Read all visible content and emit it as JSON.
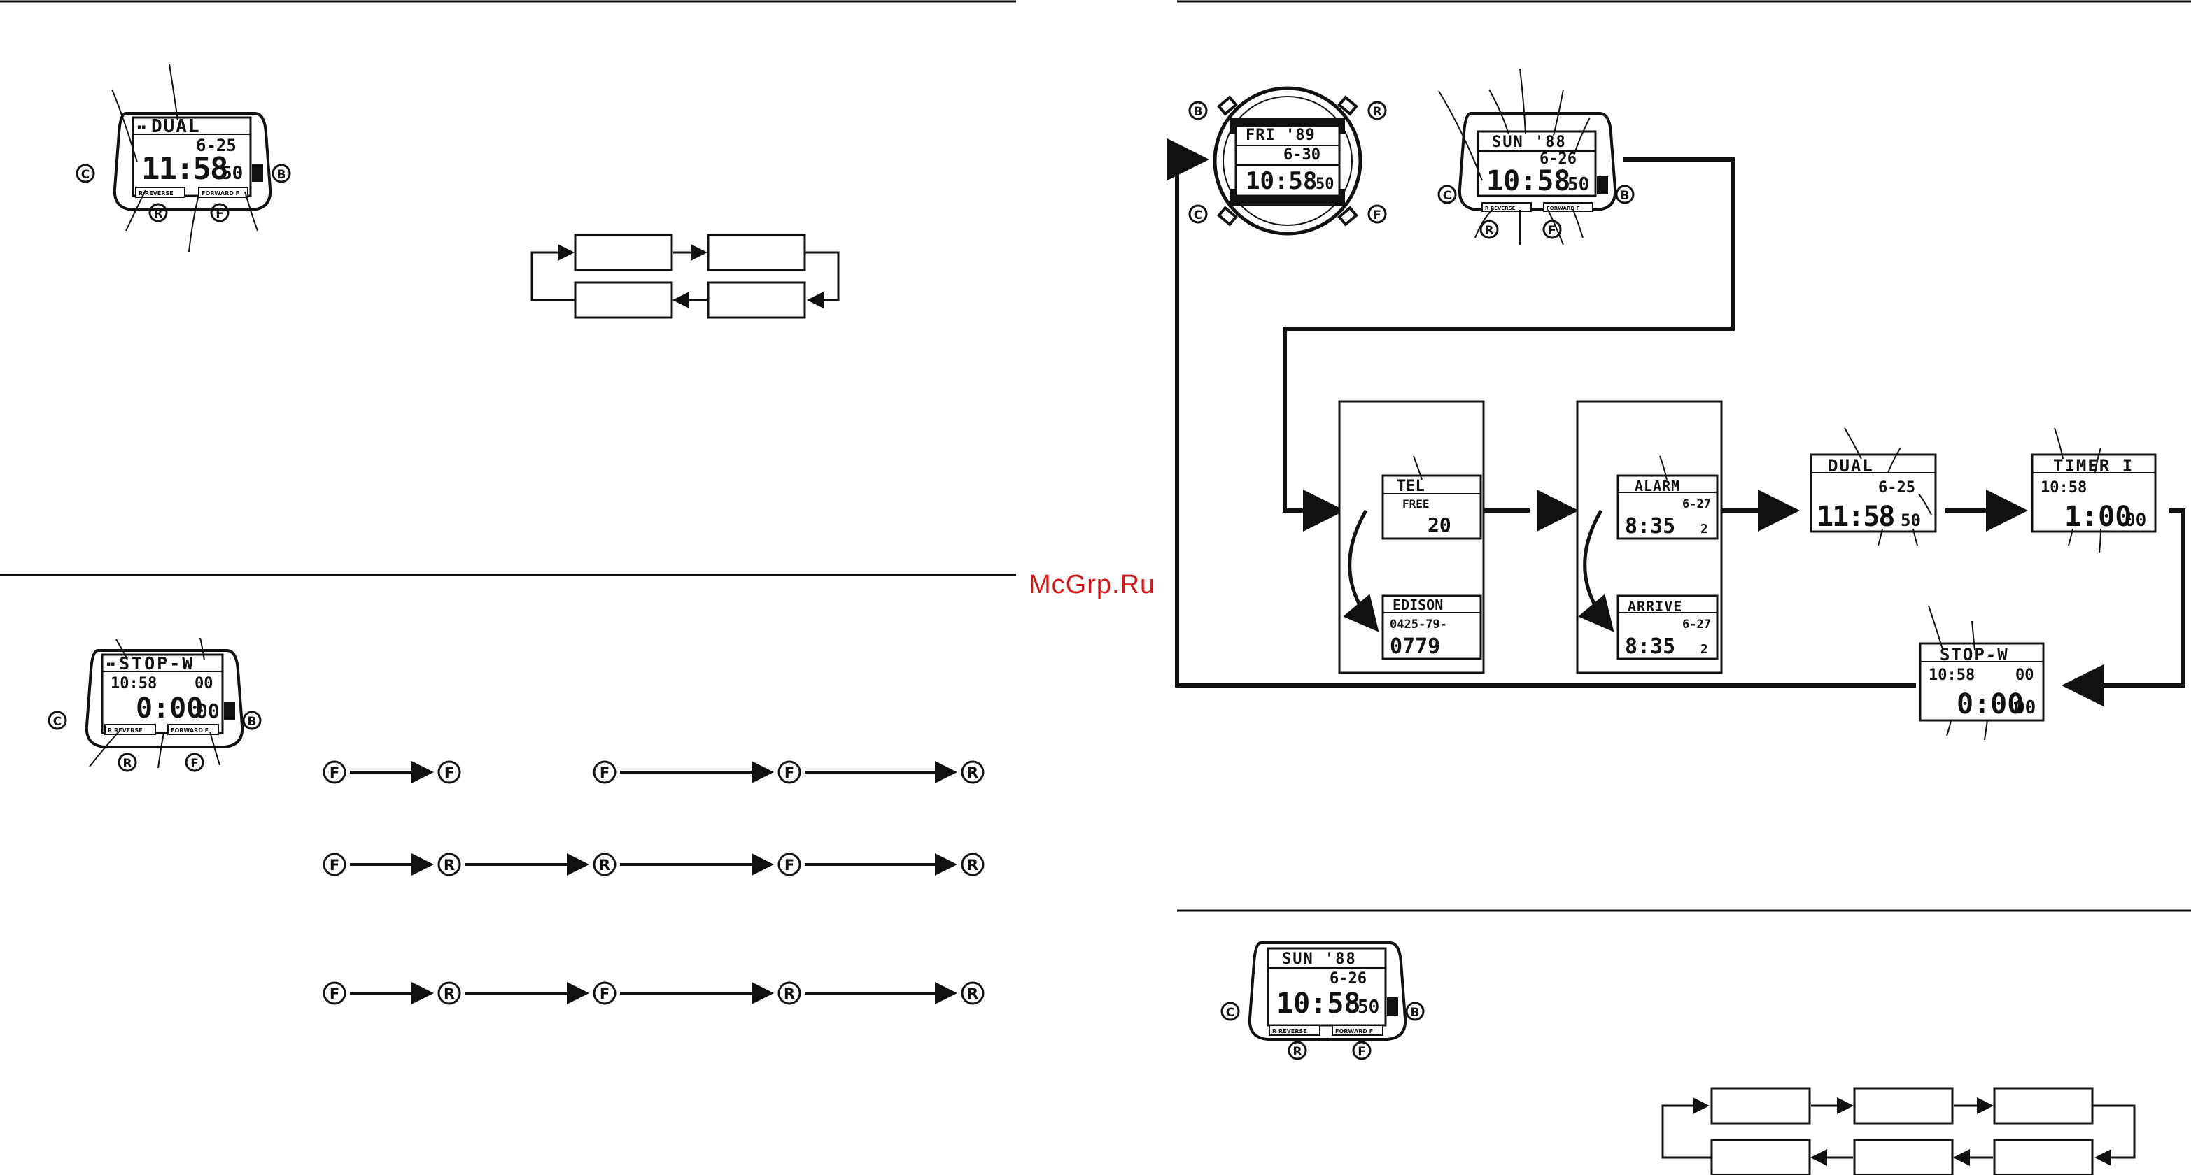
{
  "watermark": "McGrp.Ru",
  "button_letters": {
    "b": "B",
    "c": "C",
    "r": "R",
    "f": "F"
  },
  "button_labels": {
    "reverse": "R REVERSE",
    "forward": "FORWARD F"
  },
  "dual_watch": {
    "label": "DUAL",
    "date": "6-25",
    "hm": "11:58",
    "sec": "50"
  },
  "stopwatch_watch": {
    "label": "STOP-W",
    "time": "10:58",
    "top_right": "00",
    "main": "0:00",
    "hund": "00"
  },
  "analog_watch": {
    "day": "FRI '89",
    "date": "6-30",
    "hm": "10:58",
    "sec": "50"
  },
  "sunday_watch": {
    "day": "SUN '88",
    "date": "6-26",
    "hm": "10:58",
    "sec": "50"
  },
  "tel_panel": {
    "top": {
      "label": "TEL",
      "line2": "FREE",
      "line3": "20"
    },
    "bottom": {
      "label": "EDISON",
      "line2": "0425-79-",
      "line3": "0779"
    }
  },
  "alarm_panel": {
    "top": {
      "label": "ALARM",
      "line2": "6-27",
      "line3": "8:35",
      "sub": "2"
    },
    "bottom": {
      "label": "ARRIVE",
      "line2": "6-27",
      "line3": "8:35",
      "sub": "2"
    }
  },
  "flow_dual": {
    "label": "DUAL",
    "date": "6-25",
    "hm": "11:58",
    "sec": "50"
  },
  "flow_timer": {
    "label": "TIMER I",
    "time": "10:58",
    "main": "1:00",
    "hund": "00"
  },
  "flow_stopw": {
    "label": "STOP-W",
    "time": "10:58",
    "top_right": "00",
    "main": "0:00",
    "hund": "00"
  },
  "sequences": [
    [
      "F",
      "F",
      "F",
      "F",
      "R"
    ],
    [
      "F",
      "R",
      "R",
      "F",
      "R"
    ],
    [
      "F",
      "R",
      "F",
      "R",
      "R"
    ]
  ]
}
